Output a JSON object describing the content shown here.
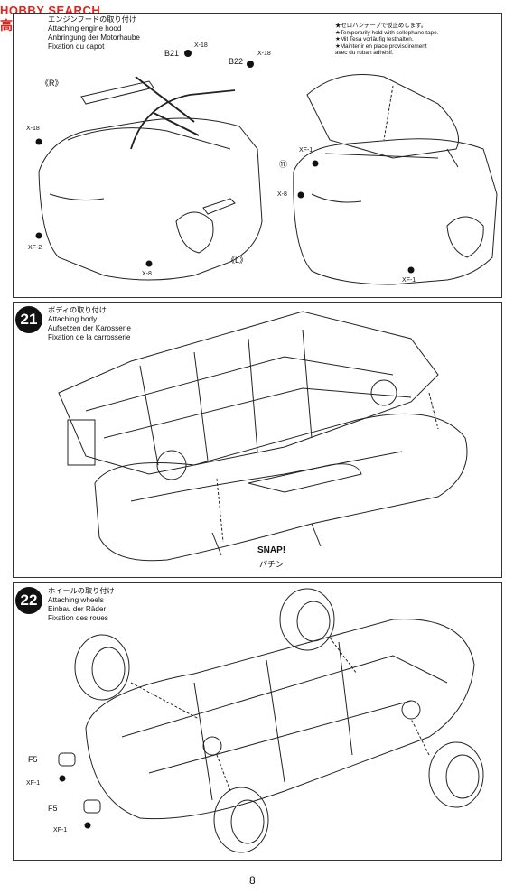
{
  "watermark": {
    "site": "HOBBY SEARCH",
    "logo_text": "高通"
  },
  "page_number": "8",
  "step20": {
    "title_ja": "エンジンフードの取り付け",
    "title_en": "Attaching engine hood",
    "title_de": "Anbringung der Motorhaube",
    "title_fr": "Fixation du capot",
    "parts": {
      "b21": "B21",
      "b22": "B22",
      "x18_a": "X-18",
      "x18_b": "X-18",
      "x18_c": "X-18",
      "r": "《R》",
      "l": "《L》",
      "xf2": "XF-2",
      "x8_a": "X-8",
      "n17": "⑰",
      "xf1_a": "XF-1",
      "x8_b": "X-8",
      "xf1_b": "XF-1"
    },
    "note": [
      "★セロハンテープで仮止めします。",
      "★Temporarily hold with cellophane tape.",
      "★Mit Tesa vorläufig festhalten.",
      "★Maintenir en place provisoirement",
      "avec du ruban adhésif."
    ]
  },
  "step21": {
    "number": "21",
    "title_ja": "ボディの取り付け",
    "title_en": "Attaching body",
    "title_de": "Aufsetzen der Karosserie",
    "title_fr": "Fixation de la carrosserie",
    "snap": "SNAP!",
    "snap_ja": "パチン"
  },
  "step22": {
    "number": "22",
    "title_ja": "ホイールの取り付け",
    "title_en": "Attaching wheels",
    "title_de": "Einbau der Räder",
    "title_fr": "Fixation des roues",
    "parts": {
      "f5_a": "F5",
      "xf1_a": "XF-1",
      "f5_b": "F5",
      "xf1_b": "XF-1"
    }
  }
}
